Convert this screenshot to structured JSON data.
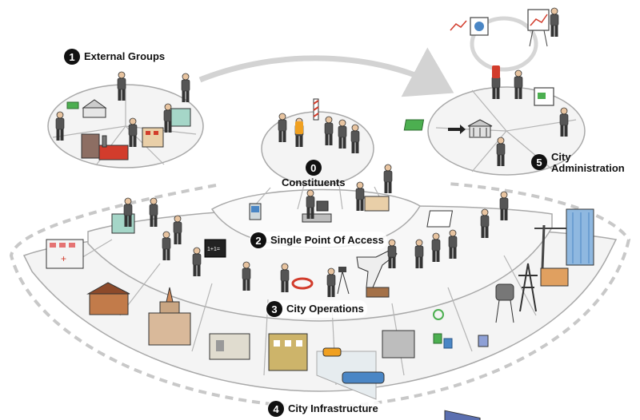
{
  "labels": {
    "external_groups": {
      "number": "1",
      "text": "External Groups"
    },
    "constituents": {
      "number": "0",
      "text": "Constituents"
    },
    "single_point_of_access": {
      "number": "2",
      "text": "Single Point Of Access"
    },
    "city_operations": {
      "number": "3",
      "text": "City Operations"
    },
    "city_infrastructure": {
      "number": "4",
      "text": "City Infrastructure"
    },
    "city_administration": {
      "number": "5",
      "line1": "City",
      "line2": "Administration"
    }
  },
  "colors": {
    "platform_fill": "#f4f4f4",
    "platform_stroke": "#a9a9a9",
    "dashed_boundary": "#c8c8c8",
    "flow_arrow": "#d3d3d3",
    "accent_money": "#4caf50",
    "accent_orange": "#f0a020",
    "accent_red": "#d23c2c",
    "accent_blue": "#4a86c5"
  },
  "icons": [
    "building-icon",
    "person-icon",
    "factory-icon",
    "money-icon",
    "chart-board-icon",
    "barber-pole-icon",
    "kiosk-icon",
    "computer-desk-icon",
    "reception-desk-icon",
    "police-officer-icon",
    "firefighter-icon",
    "surveyor-icon",
    "dinosaur-museum-icon",
    "power-tower-icon",
    "water-tower-icon",
    "crane-icon",
    "train-icon",
    "garbage-truck-icon",
    "recycle-icon",
    "school-icon",
    "city-hall-icon",
    "hospital-icon"
  ]
}
